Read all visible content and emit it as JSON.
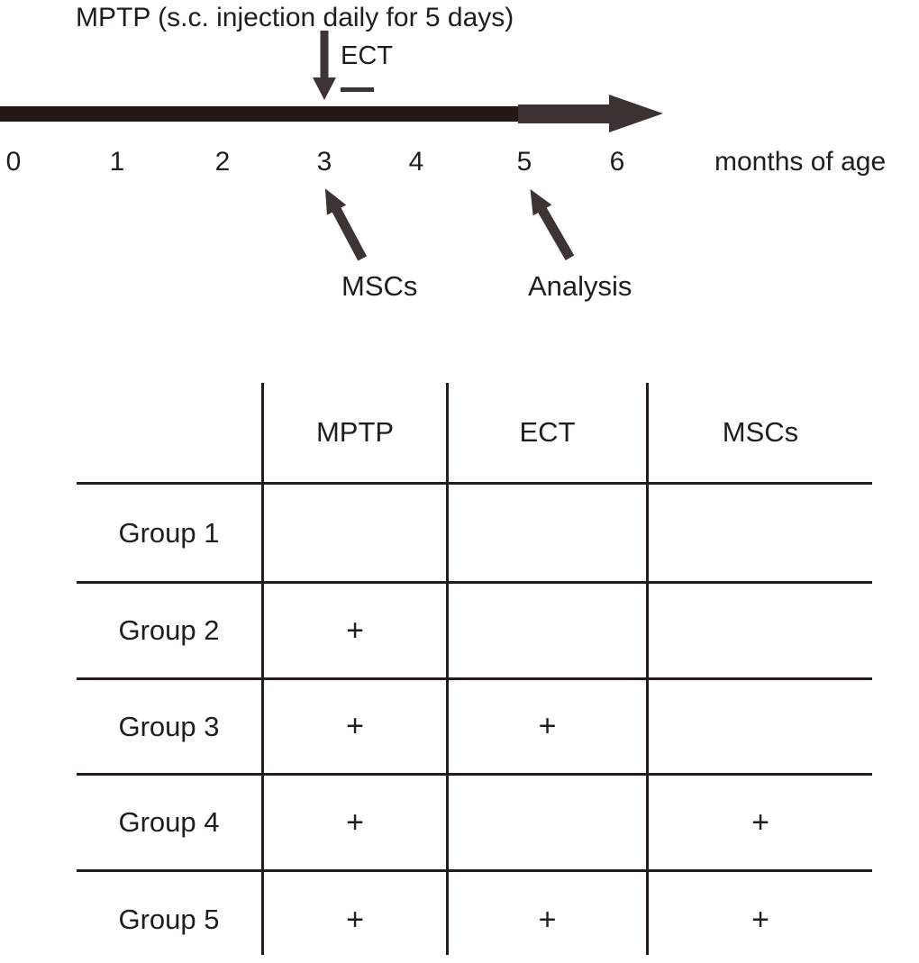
{
  "timeline": {
    "title": "MPTP (s.c. injection daily for 5 days)",
    "ect_label": "ECT",
    "axis_ticks": [
      "0",
      "1",
      "2",
      "3",
      "4",
      "5",
      "6"
    ],
    "axis_unit": "months of age",
    "mscs_label": "MSCs",
    "analysis_label": "Analysis"
  },
  "table": {
    "columns": [
      "MPTP",
      "ECT",
      "MSCs"
    ],
    "rows": [
      {
        "label": "Group 1",
        "cells": [
          "",
          "",
          ""
        ]
      },
      {
        "label": "Group 2",
        "cells": [
          "+",
          "",
          ""
        ]
      },
      {
        "label": "Group 3",
        "cells": [
          "+",
          "+",
          ""
        ]
      },
      {
        "label": "Group 4",
        "cells": [
          "+",
          "",
          "+"
        ]
      },
      {
        "label": "Group 5",
        "cells": [
          "+",
          "+",
          "+"
        ]
      }
    ]
  },
  "colors": {
    "text": "#231c1c",
    "timeline_bar_black": "#231815",
    "timeline_bar_gray": "#3c3231",
    "arrow": "#3d3534",
    "table_line": "#241b1b"
  }
}
